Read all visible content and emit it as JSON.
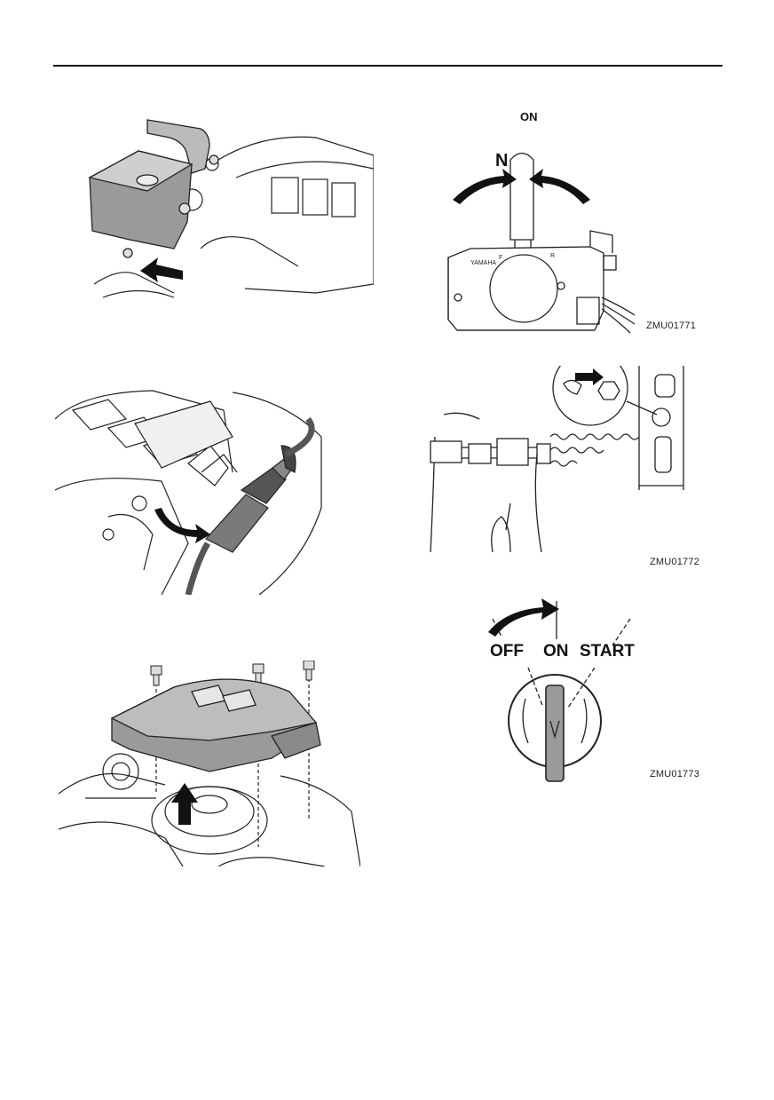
{
  "top_right": {
    "on_label": "ON",
    "n_label": "N",
    "code": "ZMU01771"
  },
  "middle_right": {
    "code": "ZMU01772"
  },
  "bottom_right": {
    "off_label": "OFF",
    "on_label": "ON",
    "start_label": "START",
    "code": "ZMU01773"
  },
  "figures": {
    "fig1_icon": "battery-cover-removal-illustration",
    "fig2_icon": "connector-disconnect-illustration",
    "fig3_icon": "flywheel-cover-removal-illustration",
    "fig4_icon": "remote-control-lever-illustration",
    "fig5_icon": "lanyard-clip-illustration",
    "fig6_icon": "ignition-key-illustration"
  }
}
